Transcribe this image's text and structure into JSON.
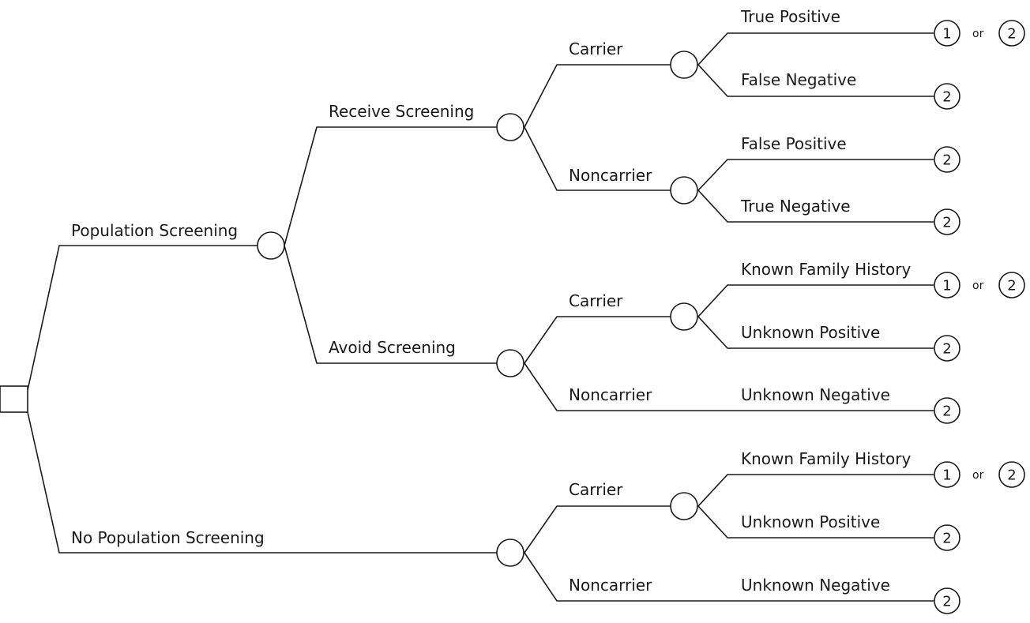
{
  "colors": {
    "line": "#1a1a1a",
    "background": "#ffffff"
  },
  "decision_tree": {
    "root": {
      "type": "decision"
    },
    "branches": [
      {
        "label": "Population Screening"
      },
      {
        "label": "No Population Screening"
      },
      {
        "label": "Receive Screening"
      },
      {
        "label": "Avoid Screening"
      },
      {
        "label": "Carrier"
      },
      {
        "label": "Noncarrier"
      },
      {
        "label": "Carrier"
      },
      {
        "label": "Noncarrier"
      },
      {
        "label": "Carrier"
      },
      {
        "label": "Noncarrier"
      },
      {
        "label": "True Positive"
      },
      {
        "label": "False Negative"
      },
      {
        "label": "False Positive"
      },
      {
        "label": "True Negative"
      },
      {
        "label": "Known Family History"
      },
      {
        "label": "Unknown Positive"
      },
      {
        "label": "Unknown Negative"
      },
      {
        "label": "Known Family History"
      },
      {
        "label": "Unknown Positive"
      },
      {
        "label": "Unknown Negative"
      }
    ],
    "terminals": [
      {
        "first": "1",
        "or_text": "or",
        "second": "2"
      },
      {
        "first": "2"
      },
      {
        "first": "2"
      },
      {
        "first": "2"
      },
      {
        "first": "1",
        "or_text": "or",
        "second": "2"
      },
      {
        "first": "2"
      },
      {
        "first": "2"
      },
      {
        "first": "1",
        "or_text": "or",
        "second": "2"
      },
      {
        "first": "2"
      },
      {
        "first": "2"
      }
    ]
  }
}
